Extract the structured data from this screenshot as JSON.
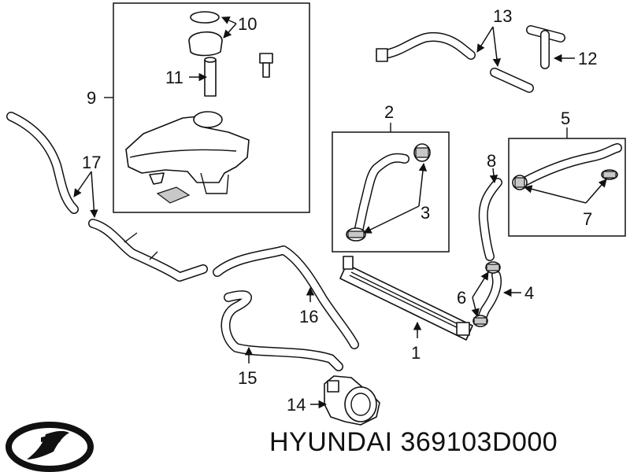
{
  "brand": "HYUNDAI",
  "part_number": "369103D000",
  "logo_icon": "hyundai-logo-icon",
  "callouts": {
    "c1": "1",
    "c2": "2",
    "c3": "3",
    "c4": "4",
    "c5": "5",
    "c6": "6",
    "c7": "7",
    "c8": "8",
    "c9": "9",
    "c10": "10",
    "c11": "11",
    "c12": "12",
    "c13": "13",
    "c14": "14",
    "c15": "15",
    "c16": "16",
    "c17": "17"
  }
}
